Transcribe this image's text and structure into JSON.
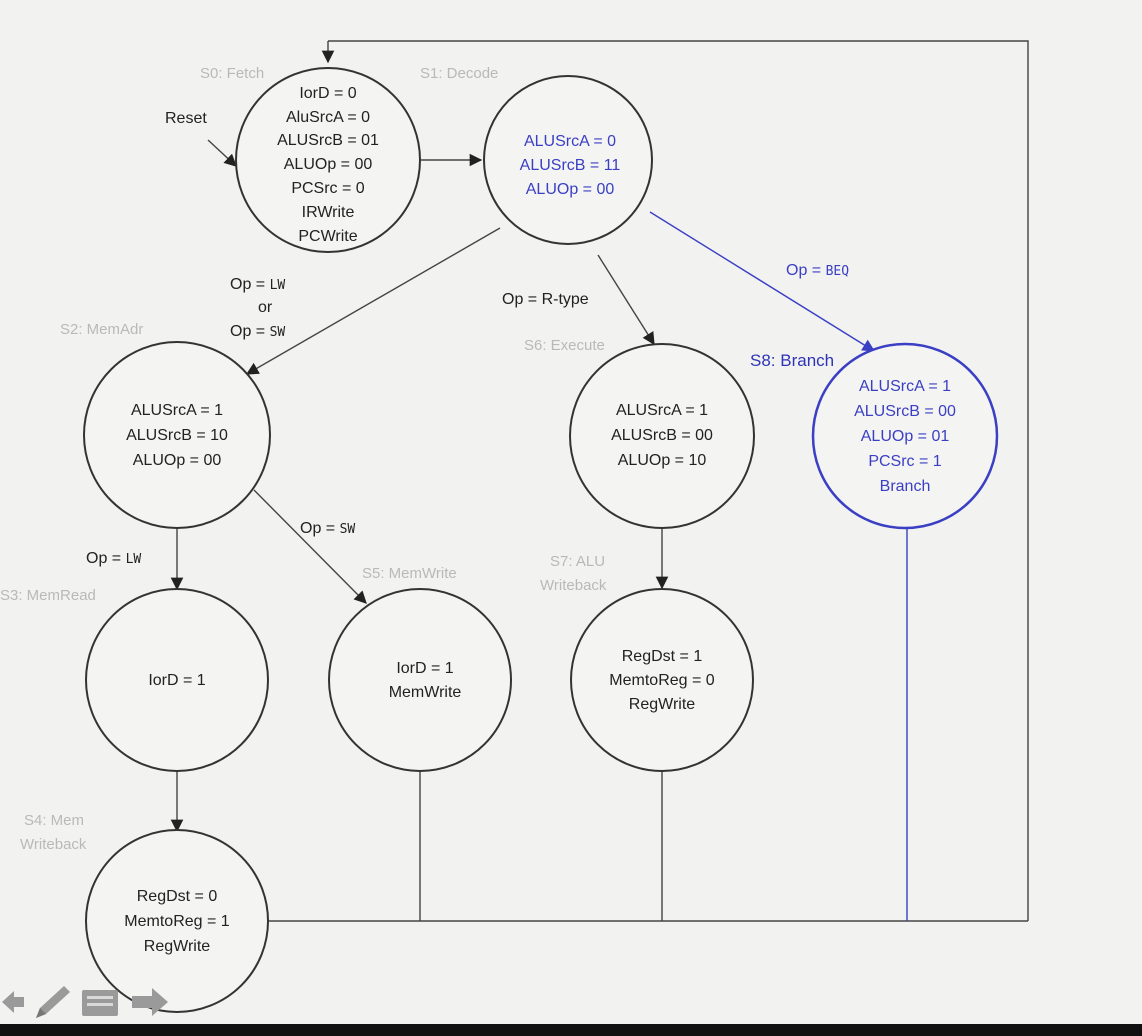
{
  "diagram": {
    "reset_label": "Reset",
    "states": [
      {
        "id": "s0",
        "name": "S0: Fetch",
        "signals": [
          "IorD = 0",
          "AluSrcA = 0",
          "ALUSrcB = 01",
          "ALUOp = 00",
          "PCSrc = 0",
          "IRWrite",
          "PCWrite"
        ]
      },
      {
        "id": "s1",
        "name": "S1: Decode",
        "signals": [
          "ALUSrcA = 0",
          "ALUSrcB = 11",
          "ALUOp = 00"
        ]
      },
      {
        "id": "s2",
        "name": "S2: MemAdr",
        "signals": [
          "ALUSrcA = 1",
          "ALUSrcB = 10",
          "ALUOp = 00"
        ]
      },
      {
        "id": "s3",
        "name": "S3: MemRead",
        "signals": [
          "IorD = 1"
        ]
      },
      {
        "id": "s4",
        "name": [
          "S4: Mem",
          "Writeback"
        ],
        "signals": [
          "RegDst = 0",
          "MemtoReg = 1",
          "RegWrite"
        ]
      },
      {
        "id": "s5",
        "name": "S5: MemWrite",
        "signals": [
          "IorD = 1",
          "MemWrite"
        ]
      },
      {
        "id": "s6",
        "name": "S6: Execute",
        "signals": [
          "ALUSrcA = 1",
          "ALUSrcB = 00",
          "ALUOp = 10"
        ]
      },
      {
        "id": "s7",
        "name": [
          "S7: ALU",
          "Writeback"
        ],
        "signals": [
          "RegDst = 1",
          "MemtoReg = 0",
          "RegWrite"
        ]
      },
      {
        "id": "s8",
        "name": "S8: Branch",
        "signals": [
          "ALUSrcA = 1",
          "ALUSrcB = 00",
          "ALUOp = 01",
          "PCSrc = 1",
          "Branch"
        ]
      }
    ],
    "conditions": {
      "lw_or_sw": {
        "op1": "Op = ",
        "v1": "LW",
        "or": "or",
        "op2": "Op = ",
        "v2": "SW"
      },
      "rtype": "Op = R-type",
      "beq": {
        "op": "Op = ",
        "v": "BEQ"
      },
      "lw": {
        "op": "Op = ",
        "v": "LW"
      },
      "sw": {
        "op": "Op = ",
        "v": "SW"
      }
    },
    "highlight_color": "#3a3fc4"
  },
  "toolbar": {
    "icons": [
      "arrow-left-icon",
      "pencil-icon",
      "slide-icon",
      "arrow-right-icon"
    ]
  }
}
